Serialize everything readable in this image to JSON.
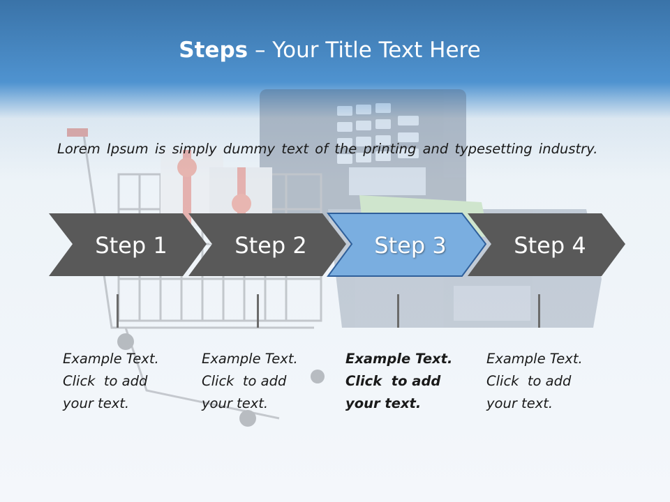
{
  "slide": {
    "title_bold": "Steps",
    "title_rest": " – Your Title Text Here",
    "intro": "Lorem Ipsum is simply dummy text of the printing and typesetting industry."
  },
  "steps": [
    {
      "label": "Step 1",
      "lines": [
        "Example Text.",
        "Click  to add",
        "your text."
      ],
      "active": false
    },
    {
      "label": "Step 2",
      "lines": [
        "Example Text.",
        "Click  to add",
        "your text."
      ],
      "active": false
    },
    {
      "label": "Step 3",
      "lines": [
        "Example Text.",
        "Click  to add",
        "your text."
      ],
      "active": true
    },
    {
      "label": "Step 4",
      "lines": [
        "Example Text.",
        "Click  to add",
        "your text."
      ],
      "active": false
    }
  ],
  "colors": {
    "header": "#4f93d0",
    "chevron": "#595959",
    "chevron_active": "#7aaee0",
    "chevron_active_border": "#2f5f9a",
    "tick": "#6b6b6b"
  },
  "background_image": "shopping-cart-with-gifts-and-laptop-with-credit-card"
}
